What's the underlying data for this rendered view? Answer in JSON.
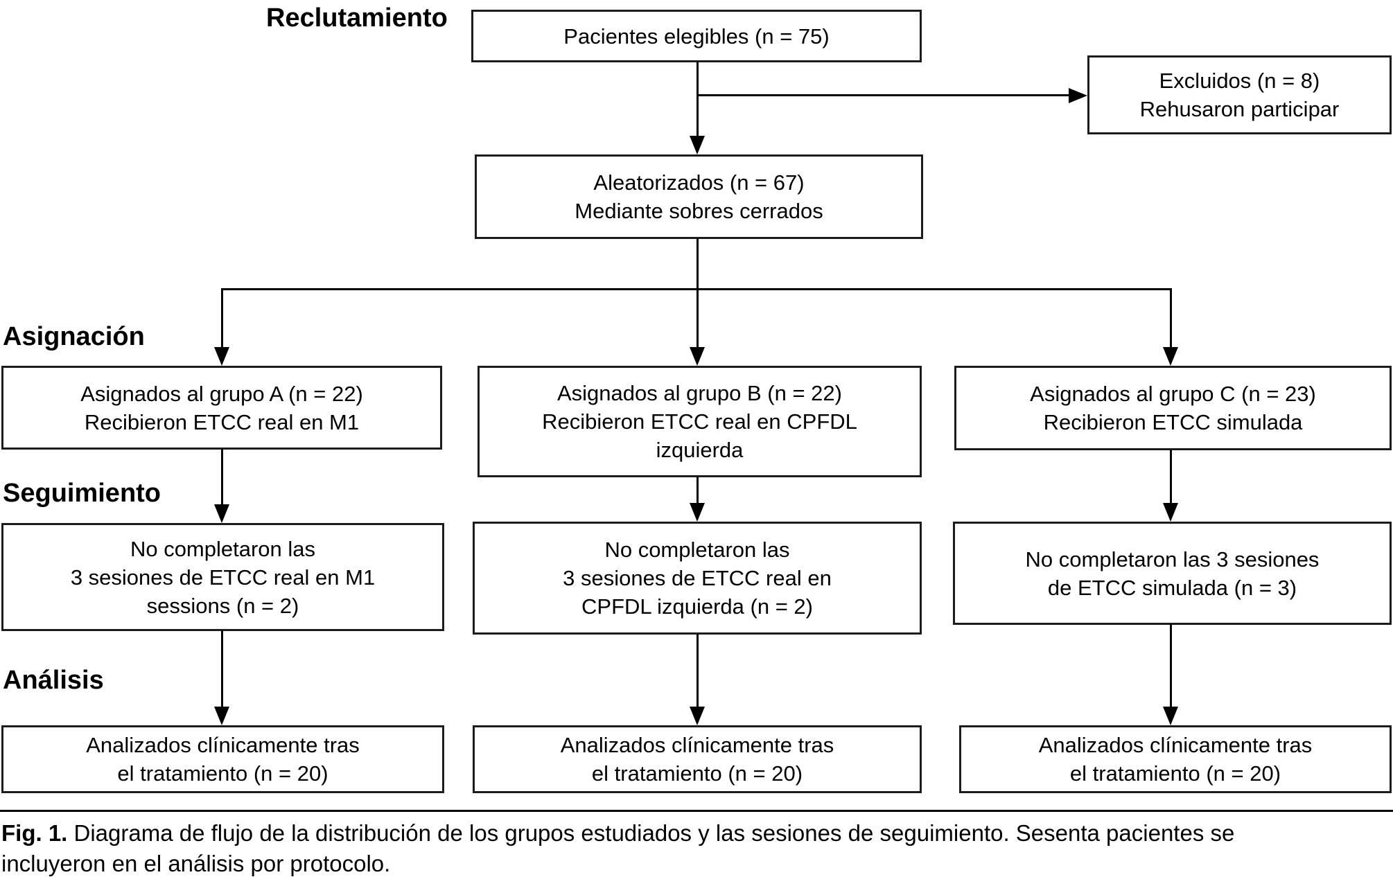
{
  "diagram": {
    "stage_labels": {
      "recruitment": "Reclutamiento",
      "allocation": "Asignación",
      "followup": "Seguimiento",
      "analysis": "Análisis"
    },
    "boxes": {
      "eligible": {
        "lines": [
          "Pacientes elegibles (n = 75)"
        ]
      },
      "excluded": {
        "lines": [
          "Excluidos (n = 8)",
          "Rehusaron participar"
        ]
      },
      "randomized": {
        "lines": [
          "Aleatorizados (n = 67)",
          "Mediante sobres cerrados"
        ]
      },
      "group_a": {
        "lines": [
          "Asignados al grupo A (n = 22)",
          "Recibieron ETCC real en M1"
        ]
      },
      "group_b": {
        "lines": [
          "Asignados al grupo B (n = 22)",
          "Recibieron ETCC real en CPFDL",
          "izquierda"
        ]
      },
      "group_c": {
        "lines": [
          "Asignados al grupo C (n = 23)",
          "Recibieron ETCC simulada"
        ]
      },
      "followup_a": {
        "lines": [
          "No completaron las",
          "3 sesiones de ETCC real en M1",
          "sessions (n = 2)"
        ]
      },
      "followup_b": {
        "lines": [
          "No completaron las",
          "3 sesiones de ETCC real en",
          "CPFDL izquierda (n = 2)"
        ]
      },
      "followup_c": {
        "lines": [
          "No completaron las 3 sesiones",
          "de ETCC simulada (n = 3)"
        ]
      },
      "analysis_a": {
        "lines": [
          "Analizados clínicamente tras",
          "el tratamiento (n = 20)"
        ]
      },
      "analysis_b": {
        "lines": [
          "Analizados clínicamente tras",
          "el tratamiento (n = 20)"
        ]
      },
      "analysis_c": {
        "lines": [
          "Analizados clínicamente tras",
          "el tratamiento (n = 20)"
        ]
      }
    },
    "caption": {
      "fig_label": "Fig. 1.",
      "line1": "Diagrama de flujo de la distribución de los grupos estudiados y las sesiones de seguimiento. Sesenta pacientes se",
      "line2": "incluyeron en el análisis por protocolo."
    },
    "colors": {
      "line": "#000000",
      "box_border": "#1c1c1c",
      "background": "#ffffff",
      "text": "#000000"
    }
  }
}
